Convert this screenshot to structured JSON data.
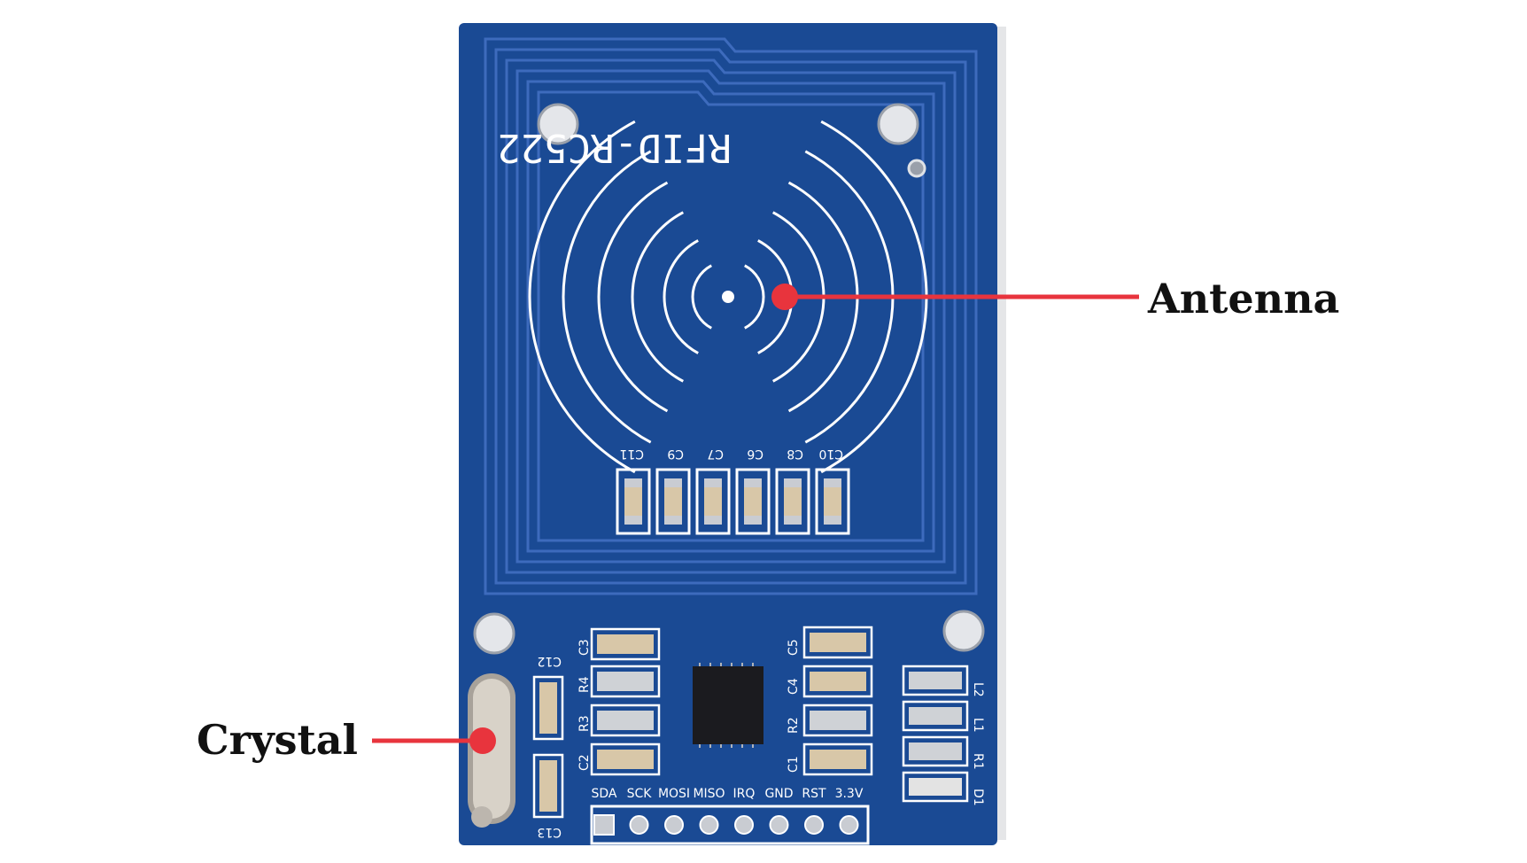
{
  "board": {
    "title": "RFID-RC522",
    "antenna_caps": [
      "C11",
      "C9",
      "C7",
      "C6",
      "C8",
      "C10"
    ],
    "left_refs": [
      "C12",
      "R4",
      "R3",
      "C2",
      "C13"
    ],
    "mid_left_refs": [
      "C3"
    ],
    "mid_right_refs": [
      "C5",
      "C4",
      "R2",
      "C1"
    ],
    "right_refs": [
      "L2",
      "L1",
      "R1",
      "D1"
    ],
    "pins": [
      "SDA",
      "SCK",
      "MOSI",
      "MISO",
      "IRQ",
      "GND",
      "RST",
      "3.3V"
    ]
  },
  "callouts": {
    "antenna": "Antenna",
    "crystal": "Crystal"
  },
  "colors": {
    "pcb": "#1a4a94",
    "pcb_dark": "#143c7e",
    "trace": "#3d6bbd",
    "silkscreen": "#ffffff",
    "pointer": "#e8343d",
    "pad": "#c9ccd2"
  }
}
